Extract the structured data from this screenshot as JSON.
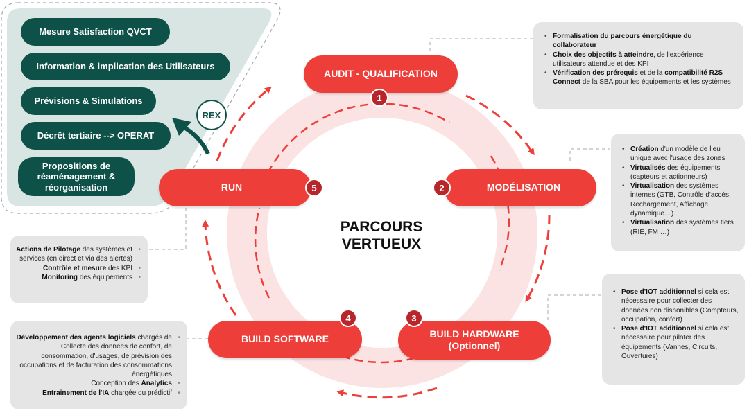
{
  "center": {
    "line1": "PARCOURS",
    "line2": "VERTUEUX"
  },
  "steps": [
    {
      "num": "1",
      "label": "AUDIT - QUALIFICATION"
    },
    {
      "num": "2",
      "label": "MODÉLISATION"
    },
    {
      "num": "3",
      "label": "BUILD HARDWARE",
      "sub": "(Optionnel)"
    },
    {
      "num": "4",
      "label": "BUILD SOFTWARE"
    },
    {
      "num": "5",
      "label": "RUN"
    }
  ],
  "rex": "REX",
  "green_items": [
    "Mesure Satisfaction QVCT",
    "Information & implication des Utilisateurs",
    "Prévisions & Simulations",
    "Décrêt tertiaire --> OPERAT",
    "Propositions de réaménagement & réorganisation"
  ],
  "info_audit": [
    {
      "b": "Formalisation du parcours énergétique du collaborateur",
      "t": ""
    },
    {
      "b": "Choix des objectifs à atteindre",
      "t": ", de l'expérience utilisateurs  attendue et des KPI"
    },
    {
      "b": "Vérification des prérequis",
      "t": " et de la ",
      "b2": "compatibilité R2S Connect",
      "t2": " de la SBA pour les équipements et les systèmes"
    }
  ],
  "info_model": [
    {
      "b": "Création",
      "t": " d'un modèle de lieu unique avec l'usage des zones"
    },
    {
      "b": "Virtualisés",
      "t": " des équipements (capteurs et actionneurs)"
    },
    {
      "b": "Virtualisation",
      "t": " des systèmes internes (GTB, Contrôle d'accès, Rechargement, Affichage dynamique…)"
    },
    {
      "b": "Virtualisation",
      "t": " des systèmes tiers (RIE, FM …)"
    }
  ],
  "info_hw": [
    {
      "b": "Pose  d'IOT additionnel",
      "t": " si cela est nécessaire pour collecter des données non disponibles (Compteurs, occupation, confort)"
    },
    {
      "b": "Pose d'IOT additionnel",
      "t": " si cela est nécessaire pour piloter des équipements (Vannes, Circuits, Ouvertures)"
    }
  ],
  "info_run": [
    {
      "b": "Actions de Pilotage",
      "t": " des systèmes et services (en direct et via des alertes)"
    },
    {
      "b": "Contrôle et mesure",
      "t": " des KPI"
    },
    {
      "b": "Monitoring",
      "t": " des équipements"
    }
  ],
  "info_sw": [
    {
      "b": "Développement des agents logiciels",
      "t": " chargés de Collecte des données de confort, de consommation, d'usages, de prévision des occupations et de facturation des consommations énergétiques"
    },
    {
      "pre": "Conception des ",
      "b": "Analytics",
      "t": ""
    },
    {
      "b": "Entrainement de l'IA",
      "t": " chargée du prédictif"
    }
  ]
}
